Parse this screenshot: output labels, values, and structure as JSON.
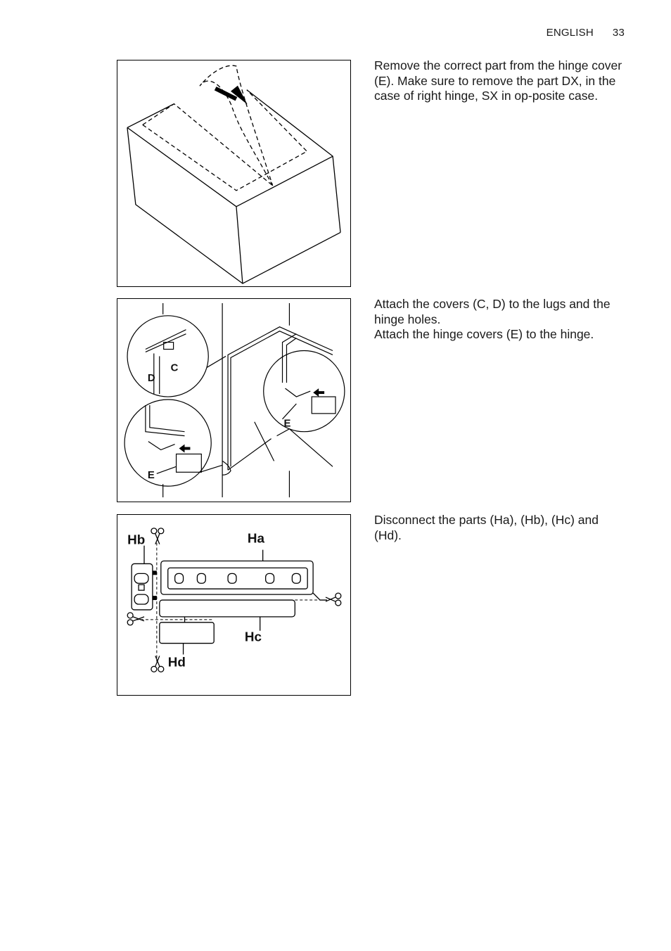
{
  "header": {
    "language": "ENGLISH",
    "page_number": "33"
  },
  "steps": [
    {
      "paragraphs": [
        "Remove the correct part from the hinge cover (E). Make sure to remove the part DX, in the case of right hinge, SX in op-posite case."
      ]
    },
    {
      "paragraphs": [
        "Attach the covers (C, D) to the lugs and the hinge holes.",
        "Attach the hinge covers (E) to the hinge."
      ],
      "figure_labels": [
        "C",
        "D",
        "E",
        "E"
      ]
    },
    {
      "paragraphs": [
        "Disconnect the parts (Ha), (Hb), (Hc) and (Hd)."
      ],
      "figure_labels": [
        "Hb",
        "Ha",
        "Hc",
        "Hd"
      ]
    }
  ]
}
